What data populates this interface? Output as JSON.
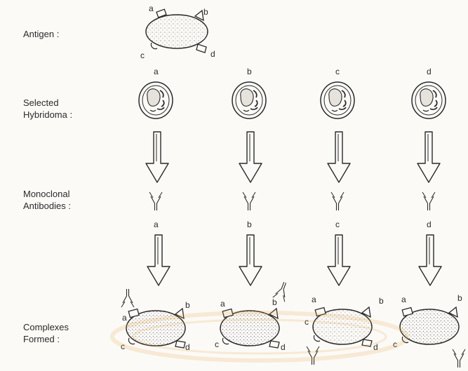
{
  "rows": {
    "antigen": "Antigen :",
    "hybridoma": "Selected\nHybridoma :",
    "antibodies": "Monoclonal\nAntibodies :",
    "complexes": "Complexes\nFormed :"
  },
  "epitopes": [
    "a",
    "b",
    "c",
    "d"
  ],
  "colors": {
    "stroke": "#2a2a2a",
    "stipple": "#9a9a9a",
    "watermark": "#e8a23a"
  }
}
